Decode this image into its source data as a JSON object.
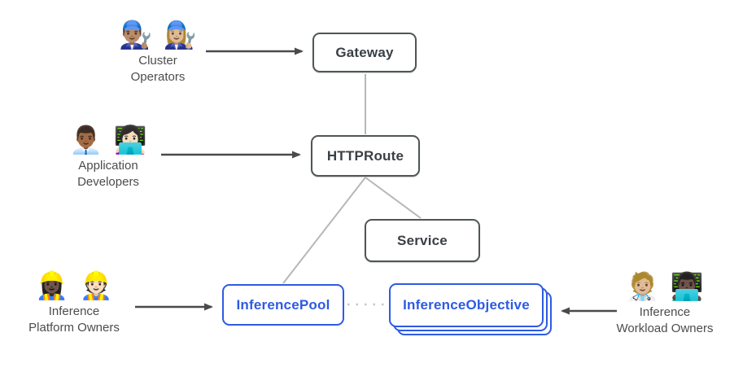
{
  "actors": {
    "cluster_operators": {
      "emoji_left": "👨🏽‍🔧",
      "emoji_right": "👩🏼‍🔧",
      "line1": "Cluster",
      "line2": "Operators"
    },
    "application_developers": {
      "emoji_left": "👨🏾‍💼",
      "emoji_right": "👩🏻‍💻",
      "line1": "Application",
      "line2": "Developers"
    },
    "inference_platform_owners": {
      "emoji_left": "👷🏿‍♀️",
      "emoji_right": "👷🏻",
      "line1": "Inference",
      "line2": "Platform Owners"
    },
    "inference_workload_owners": {
      "emoji_left": "🧑🏼‍⚕️",
      "emoji_right": "👨🏿‍💻",
      "line1": "Inference",
      "line2": "Workload Owners"
    }
  },
  "nodes": {
    "gateway": {
      "label": "Gateway"
    },
    "httproute": {
      "label": "HTTPRoute"
    },
    "service": {
      "label": "Service"
    },
    "inference_pool": {
      "label": "InferencePool"
    },
    "inference_objective": {
      "label": "InferenceObjective",
      "stack_layers": 3
    }
  },
  "edges": [
    {
      "from": "cluster-operators",
      "to": "gateway",
      "style": "arrow-solid-dark"
    },
    {
      "from": "application-developers",
      "to": "httproute",
      "style": "arrow-solid-dark"
    },
    {
      "from": "inference-platform-owners",
      "to": "inference-pool",
      "style": "arrow-solid-dark"
    },
    {
      "from": "inference-workload-owners",
      "to": "inference-objective",
      "style": "arrow-solid-dark"
    },
    {
      "from": "gateway",
      "to": "httproute",
      "style": "line-light-gray"
    },
    {
      "from": "httproute",
      "to": "inference-pool",
      "style": "line-light-gray"
    },
    {
      "from": "httproute",
      "to": "service",
      "style": "line-light-gray"
    },
    {
      "from": "inference-pool",
      "to": "inference-objective",
      "style": "dotted-gray"
    }
  ],
  "colors": {
    "node_border": "#4f5558",
    "node_text": "#3a4045",
    "accent_blue": "#2d5be3",
    "arrow": "#4a4a4a",
    "connector": "#b7b7b7",
    "dotted_connector": "#c6c6c6",
    "actor_text": "#4c4c4c",
    "background": "#ffffff"
  }
}
